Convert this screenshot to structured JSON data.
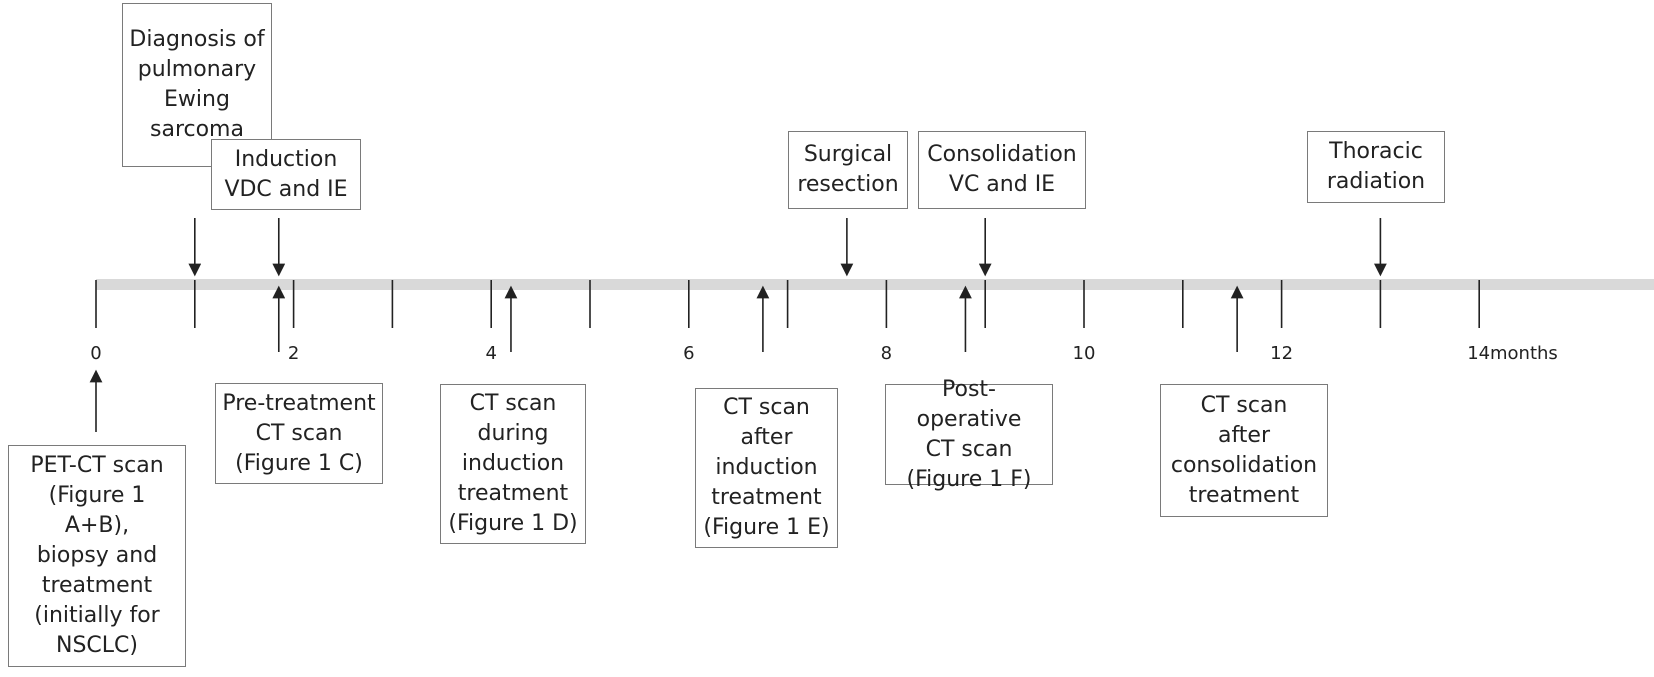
{
  "timeline": {
    "axis": {
      "min": 0,
      "max": 14,
      "unit_label": "months",
      "tick_labels": [
        "0",
        "2",
        "4",
        "6",
        "8",
        "10",
        "12",
        "14"
      ],
      "bar_color": "#d9d9d9",
      "line_color": "#222222"
    },
    "events_above": [
      {
        "id": "diagnosis",
        "label": "Diagnosis of\npulmonary\nEwing\nsarcoma",
        "month": 1.0
      },
      {
        "id": "induction",
        "label": "Induction\nVDC and IE",
        "month": 1.85
      },
      {
        "id": "surgical-resection",
        "label": "Surgical\nresection",
        "month": 7.6
      },
      {
        "id": "consolidation",
        "label": "Consolidation\nVC and IE",
        "month": 9.0
      },
      {
        "id": "thoracic-radiation",
        "label": "Thoracic\nradiation",
        "month": 13.0
      }
    ],
    "events_below": [
      {
        "id": "pet-ct",
        "label": "PET-CT scan\n(Figure 1 A+B),\nbiopsy and\ntreatment\n(initially for\nNSCLC)",
        "month": 0.0
      },
      {
        "id": "pre-treatment-ct",
        "label": "Pre-treatment\nCT scan\n(Figure 1 C)",
        "month": 1.85
      },
      {
        "id": "ct-during-induction",
        "label": "CT scan\nduring\ninduction\ntreatment\n(Figure 1 D)",
        "month": 4.2
      },
      {
        "id": "ct-after-induction",
        "label": "CT scan\nafter\ninduction\ntreatment\n(Figure 1 E)",
        "month": 6.75
      },
      {
        "id": "post-operative-ct",
        "label": "Post-operative\nCT scan\n(Figure 1 F)",
        "month": 8.8
      },
      {
        "id": "ct-after-consolidation",
        "label": "CT scan\nafter\nconsolidation\ntreatment",
        "month": 11.55
      }
    ]
  }
}
